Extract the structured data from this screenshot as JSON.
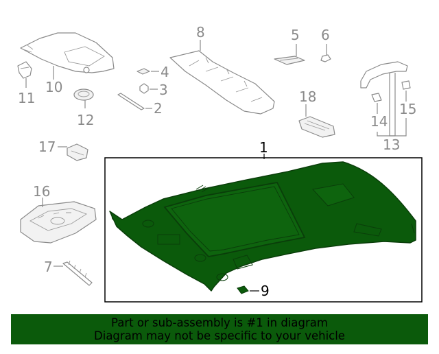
{
  "callouts": {
    "c1": "1",
    "c2": "2",
    "c3": "3",
    "c4": "4",
    "c5": "5",
    "c6": "6",
    "c7": "7",
    "c8": "8",
    "c9": "9",
    "c10": "10",
    "c11": "11",
    "c12": "12",
    "c13": "13",
    "c14": "14",
    "c15": "15",
    "c16": "16",
    "c17": "17",
    "c18": "18"
  },
  "banner": {
    "line1": "Part or sub-assembly is #1 in diagram",
    "line2": "Diagram may not be specific to your vehicle"
  },
  "colors": {
    "highlight": "#0b5a0b",
    "highlight_edge": "#0a3d0a",
    "line_art": "#8a8a8a",
    "box_border": "#000000"
  }
}
